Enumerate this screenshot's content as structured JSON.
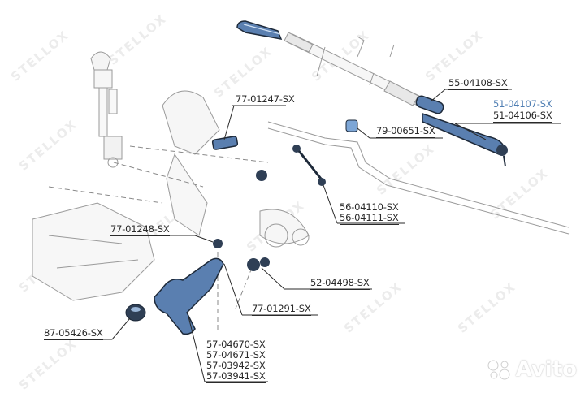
{
  "diagram": {
    "type": "front suspension and steering exploded parts diagram",
    "brand_watermark": "STELLOX",
    "highlight_color": "#4f7eb3",
    "line_color": "#2a2a2a",
    "parts": [
      {
        "id": "tie_rod_end_set",
        "labels": [
          "51-04107-SX",
          "51-04106-SX"
        ],
        "highlighted_label_index": 0
      },
      {
        "id": "inner_tie_rod_boot",
        "labels": [
          "55-04108-SX"
        ]
      },
      {
        "id": "stabilizer_bushing",
        "labels": [
          "79-00651-SX"
        ]
      },
      {
        "id": "upper_arm_bushing",
        "labels": [
          "77-01247-SX"
        ]
      },
      {
        "id": "stabilizer_link",
        "labels": [
          "56-04110-SX",
          "56-04111-SX"
        ]
      },
      {
        "id": "lower_arm_front_bushing",
        "labels": [
          "77-01248-SX"
        ]
      },
      {
        "id": "ball_joint",
        "labels": [
          "52-04498-SX"
        ]
      },
      {
        "id": "lower_arm_rear_bushing",
        "labels": [
          "77-01291-SX"
        ]
      },
      {
        "id": "subframe_bushing",
        "labels": [
          "87-05426-SX"
        ]
      },
      {
        "id": "lower_control_arm",
        "labels": [
          "57-04670-SX",
          "57-04671-SX",
          "57-03942-SX",
          "57-03941-SX"
        ]
      }
    ]
  },
  "watermark": {
    "text": "STELLOX"
  },
  "marketplace_logo": {
    "text": "Avito"
  }
}
